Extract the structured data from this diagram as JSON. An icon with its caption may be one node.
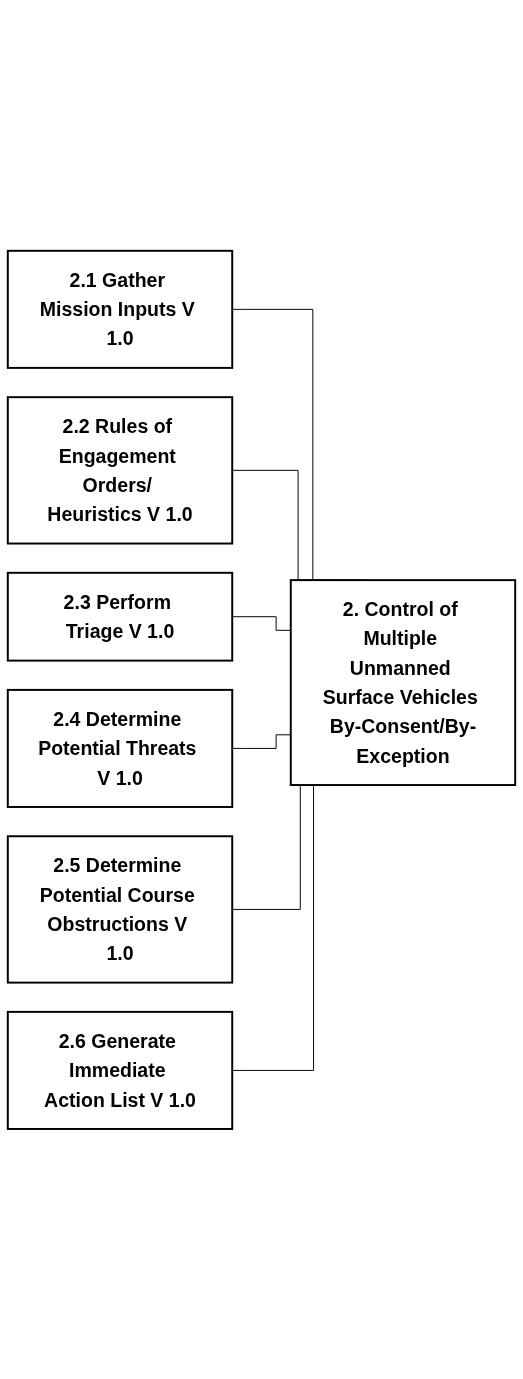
{
  "diagram": {
    "nodes": [
      {
        "text": [
          "2.1 Gather Mission Inputs V 1.0"
        ]
      },
      {
        "text": [
          "2.2 Rules of Engagement Orders/ Heuristics V 1.0"
        ]
      },
      {
        "text": [
          "2.3 Perform Triage V 1.0"
        ]
      },
      {
        "text": [
          "2.4 Determine Potential Threats V 1.0"
        ]
      },
      {
        "text": [
          "2.5 Determine Potential Course Obstructions V 1.0"
        ]
      },
      {
        "text": [
          "2.6 Generate Immediate Action List V 1.0"
        ]
      },
      {
        "text": [
          "2. Control of Multiple Unmanned Surface Vehicles By-Consent/By-Exception"
        ]
      }
    ],
    "edges": [
      {
        "from": 6,
        "to": 0,
        "arrow": "none"
      },
      {
        "from": 6,
        "to": 1,
        "arrow": "none"
      },
      {
        "from": 6,
        "to": 2,
        "arrow": "none"
      },
      {
        "from": 6,
        "to": 3,
        "arrow": "none"
      },
      {
        "from": 6,
        "to": 4,
        "arrow": "none"
      },
      {
        "from": 6,
        "to": 5,
        "arrow": "none"
      }
    ]
  }
}
